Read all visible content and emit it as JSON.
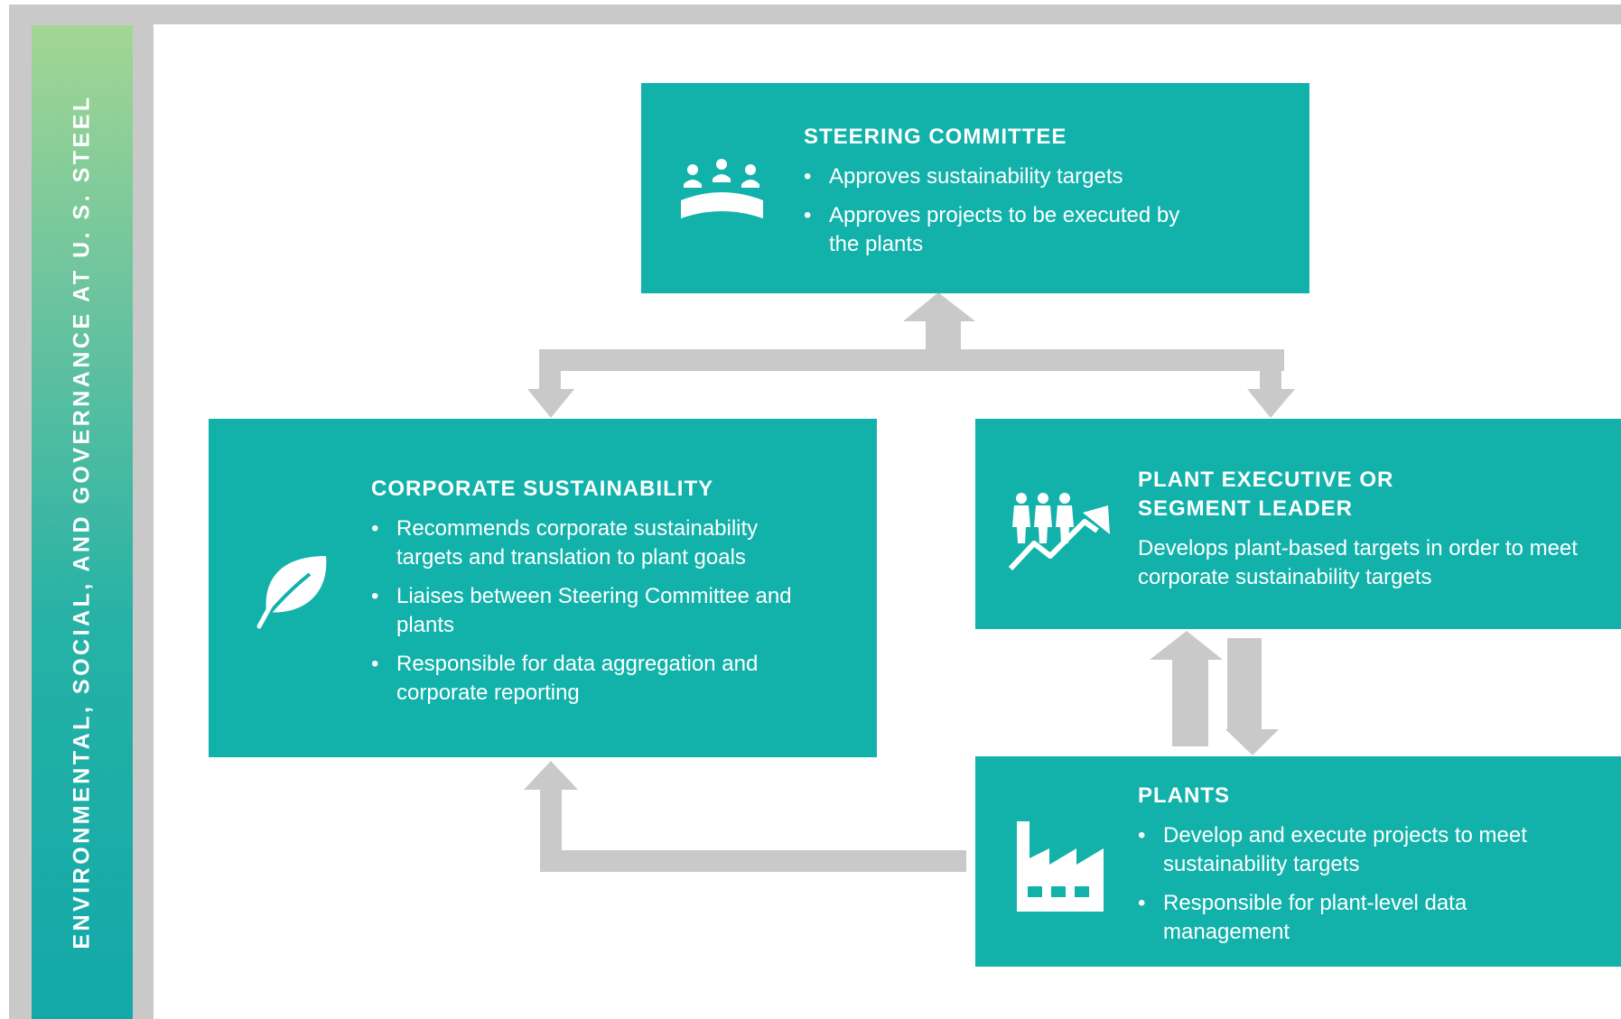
{
  "sidebar": {
    "title": "ENVIRONMENTAL, SOCIAL, AND GOVERNANCE AT U. S. STEEL"
  },
  "steering_committee": {
    "title": "STEERING COMMITTEE",
    "icon": "meeting-table-icon",
    "bullets": [
      "Approves sustainability targets",
      "Approves projects to be executed by the plants"
    ]
  },
  "corporate_sustainability": {
    "title": "CORPORATE SUSTAINABILITY",
    "icon": "leaf-icon",
    "bullets": [
      "Recommends corporate sustainability targets and translation to plant goals",
      "Liaises between Steering Committee and plants",
      "Responsible for data aggregation and corporate reporting"
    ]
  },
  "plant_executive": {
    "title_line1": "PLANT EXECUTIVE OR",
    "title_line2": "SEGMENT LEADER",
    "icon": "people-growth-icon",
    "description": "Develops plant-based targets in order to meet corporate sustainability targets"
  },
  "plants": {
    "title": "PLANTS",
    "icon": "factory-icon",
    "bullets": [
      "Develop and execute projects to meet sustainability targets",
      "Responsible for plant-level data management"
    ]
  },
  "colors": {
    "box": "#12b2ab",
    "arrow": "#c9c9c9",
    "frame": "#c9c9c9",
    "banner_top": "#a3d694",
    "banner_bottom": "#12a9a8"
  }
}
